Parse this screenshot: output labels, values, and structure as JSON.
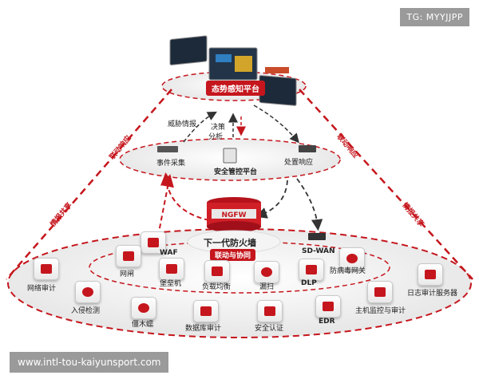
{
  "watermark_tag": "TG: MYYJJPP",
  "footer_url": "www.intl-tou-kaiyunsport.com",
  "top_platform": {
    "label": "态势感知平台"
  },
  "middle_platform": {
    "label": "安全管控平台",
    "left_item": "事件采集",
    "right_item": "处置响应"
  },
  "flow_labels": {
    "threat_intel": "威胁情报",
    "decision": "决策",
    "analysis": "分析"
  },
  "side_labels": {
    "left_upper": "联动响应",
    "left_lower": "情报共享",
    "right_upper": "联动响应",
    "right_lower": "情报共享"
  },
  "ngfw": {
    "box_text": "NGFW",
    "title": "下一代防火墙",
    "subtitle": "联动与协同"
  },
  "inner_ring": [
    "WAF",
    "SD-WAN",
    "网闸",
    "堡垒机",
    "负载均衡",
    "漏扫",
    "DLP",
    "防病毒网关"
  ],
  "outer_ring": [
    "网络审计",
    "入侵检测",
    "僵木蠕",
    "数据库审计",
    "安全认证",
    "EDR",
    "主机监控与审计",
    "日志审计服务器"
  ],
  "colors": {
    "accent": "#c5161d",
    "ring": "#c5161d",
    "arrow_dark": "#333333"
  }
}
